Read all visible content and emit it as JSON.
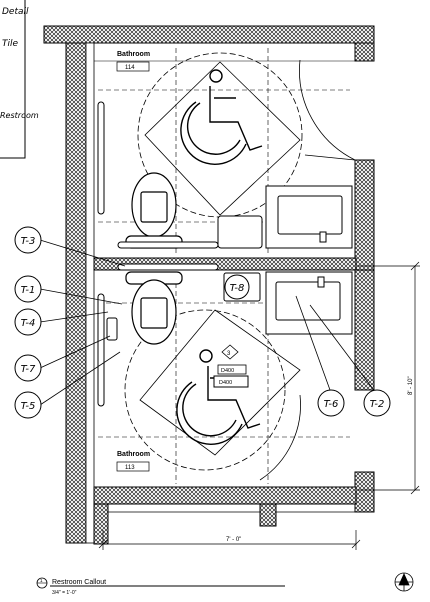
{
  "left_panel": {
    "line1": "Detail",
    "line2": "Tile",
    "line3": "Restroom"
  },
  "rooms": [
    {
      "name": "Bathroom",
      "number": "114"
    },
    {
      "name": "Bathroom",
      "number": "113"
    }
  ],
  "tags": [
    "T-3",
    "T-1",
    "T-4",
    "T-7",
    "T-5",
    "T-8",
    "T-6",
    "T-2"
  ],
  "door_tags": [
    "3",
    "D400",
    "D400"
  ],
  "dimensions": {
    "vertical": "8' - 10\"",
    "horizontal": "7' - 0\""
  },
  "title_block": {
    "number": "1",
    "title": "Restroom Callout",
    "scale": "3/4\" = 1'-0\""
  },
  "north_arrow": "north-arrow"
}
